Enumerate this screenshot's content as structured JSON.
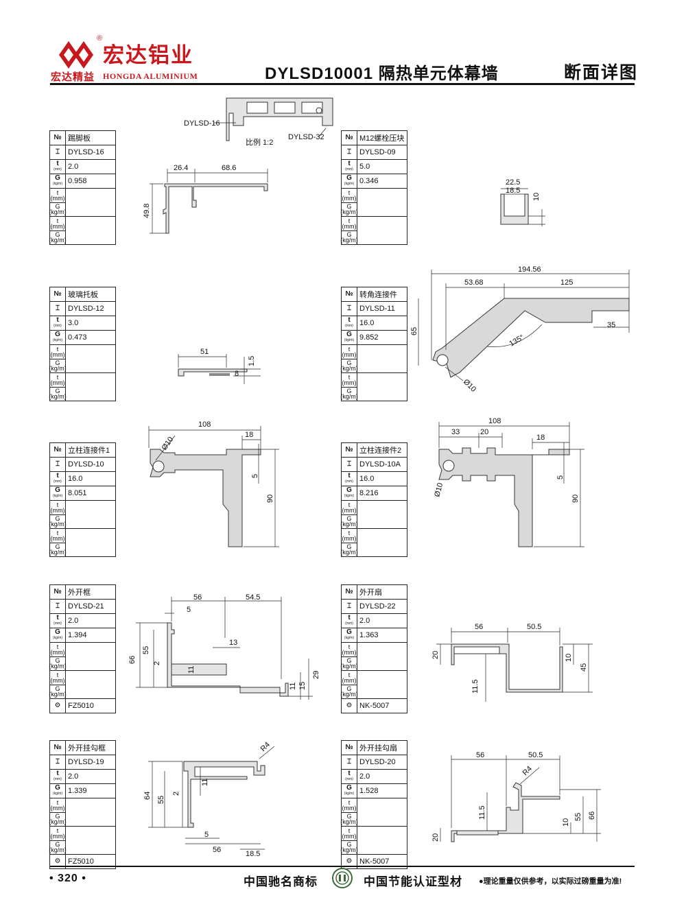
{
  "header": {
    "brand_cn": "宏达铝业",
    "brand_sub_cn": "宏达精益",
    "brand_sub_en": "HONGDA ALUMINIUM",
    "registered": "®",
    "doc_title": "DYLSD10001 隔热单元体幕墙",
    "sheet_title": "断面详图"
  },
  "assembly": {
    "label_left": "DYLSD-16",
    "label_right": "DYLSD-32",
    "scale": "比例  1:2"
  },
  "parts": [
    {
      "name": "踢脚板",
      "code": "DYLSD-16",
      "t": "2.0",
      "g": "0.958",
      "footer": "",
      "dims": [
        "26.4",
        "68.6",
        "49.8"
      ]
    },
    {
      "name": "M12螺栓压块",
      "code": "DYLSD-09",
      "t": "5.0",
      "g": "0.346",
      "footer": "",
      "dims": [
        "22.5",
        "18.5",
        "10"
      ]
    },
    {
      "name": "玻璃托板",
      "code": "DYLSD-12",
      "t": "3.0",
      "g": "0.473",
      "footer": "",
      "dims": [
        "51",
        "1.5",
        "8"
      ]
    },
    {
      "name": "转角连接件",
      "code": "DYLSD-11",
      "t": "16.0",
      "g": "9.852",
      "footer": "",
      "dims": [
        "194.56",
        "53.68",
        "125",
        "65",
        "35",
        "135°",
        "Ø10"
      ]
    },
    {
      "name": "立柱连接件1",
      "code": "DYLSD-10",
      "t": "16.0",
      "g": "8.051",
      "footer": "",
      "dims": [
        "108",
        "18",
        "Ø10",
        "5",
        "90"
      ]
    },
    {
      "name": "立柱连接件2",
      "code": "DYLSD-10A",
      "t": "16.0",
      "g": "8.216",
      "footer": "",
      "dims": [
        "108",
        "33",
        "20",
        "18",
        "5",
        "Ø10",
        "90"
      ]
    },
    {
      "name": "外开框",
      "code": "DYLSD-21",
      "t": "2.0",
      "g": "1.394",
      "footer": "FZ5010",
      "dims": [
        "56",
        "54.5",
        "5",
        "66",
        "55",
        "13",
        "2",
        "11",
        "11",
        "15",
        "29"
      ]
    },
    {
      "name": "外开扇",
      "code": "DYLSD-22",
      "t": "2.0",
      "g": "1.363",
      "footer": "NK-5007",
      "dims": [
        "56",
        "50.5",
        "20",
        "10",
        "45",
        "11.5"
      ]
    },
    {
      "name": "外开挂勾框",
      "code": "DYLSD-19",
      "t": "2.0",
      "g": "1.339",
      "footer": "FZ5010",
      "dims": [
        "R4",
        "64",
        "55",
        "2",
        "11",
        "5",
        "56",
        "18.5"
      ]
    },
    {
      "name": "外开挂勾扇",
      "code": "DYLSD-20",
      "t": "2.0",
      "g": "1.528",
      "footer": "NK-5007",
      "dims": [
        "56",
        "50.5",
        "R4",
        "11.5",
        "10",
        "55",
        "66",
        "20"
      ]
    }
  ],
  "footer": {
    "page": "• 320 •",
    "slogan_a": "中国驰名商标",
    "slogan_b": "中国节能认证型材",
    "note": "●理论重量仅供参考，以实际过磅重量为准!"
  },
  "colors": {
    "brand_red": "#c8181d",
    "profile_fill": "#d9d9d9"
  }
}
